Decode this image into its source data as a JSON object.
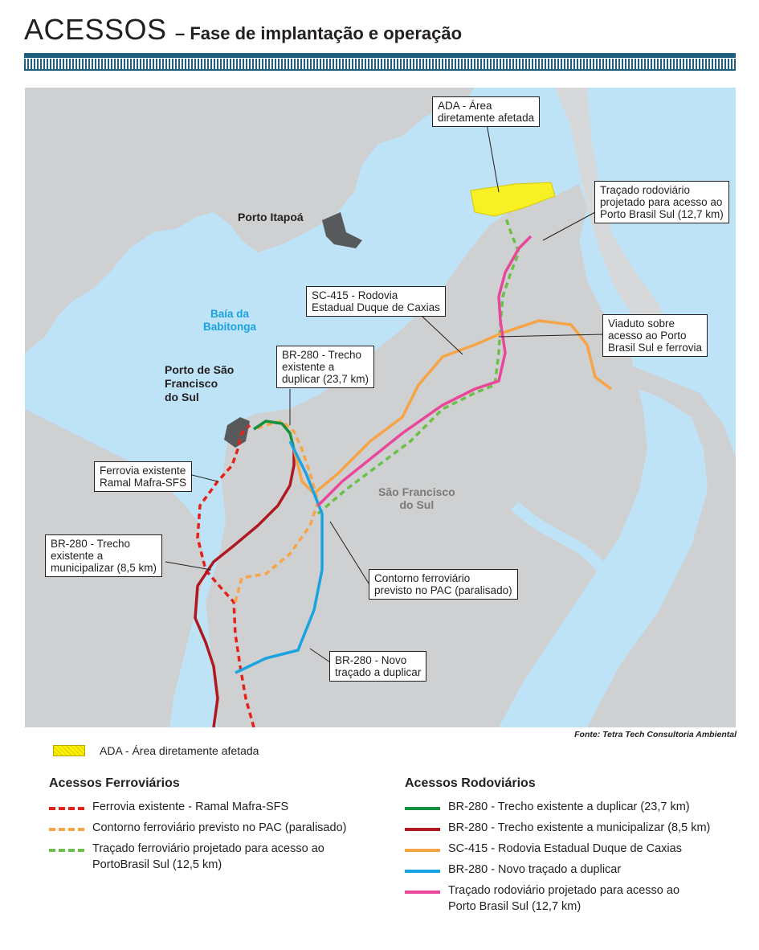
{
  "header": {
    "title": "ACESSOS",
    "subtitle": "– Fase de implantação e operação"
  },
  "colors": {
    "water": "#bfe3f6",
    "land": "#cfd0d2",
    "ferrovia_existente": "#e2231a",
    "contorno_ferroviario": "#f6a446",
    "tracado_ferroviario": "#6cc04a",
    "br280_duplicar": "#138f3e",
    "br280_municipalizar": "#b0181f",
    "sc415": "#f6a446",
    "br280_novo": "#1aa3e1",
    "tracado_rodoviario": "#e8479a",
    "ada": "#fff200",
    "header_rule": "#1d5f7d"
  },
  "map": {
    "places": {
      "porto_itapoa": "Porto Itapoá",
      "porto_sfs": "Porto de São\nFrancisco\ndo Sul"
    },
    "water_labels": {
      "baia": "Baía da\nBabitonga"
    },
    "city_labels": {
      "sfs": "São Francisco\ndo Sul"
    },
    "callouts": {
      "ada": "ADA - Área\ndiretamente afetada",
      "tracado_rodoviario": "Traçado rodoviário\nprojetado para acesso ao\nPorto Brasil Sul (12,7 km)",
      "sc415": "SC-415 - Rodovia\nEstadual Duque de Caxias",
      "viaduto": "Viaduto sobre\nacesso ao Porto\nBrasil Sul e ferrovia",
      "br280_duplicar": "BR-280 - Trecho\nexistente a\nduplicar (23,7 km)",
      "ferrovia_existente": "Ferrovia existente\nRamal Mafra-SFS",
      "br280_municipalizar": "BR-280 - Trecho\nexistente a\nmunicipalizar (8,5 km)",
      "contorno": "Contorno ferroviário\nprevisto no PAC (paralisado)",
      "br280_novo": "BR-280 - Novo\ntraçado a duplicar"
    },
    "source": "Fonte: Tetra Tech Consultoria Ambiental"
  },
  "legend": {
    "ada": "ADA - Área diretamente afetada",
    "ferroviarios": {
      "title": "Acessos Ferroviários",
      "items": [
        {
          "label": "Ferrovia existente - Ramal Mafra-SFS",
          "color": "#e2231a",
          "style": "dashed"
        },
        {
          "label": "Contorno ferroviário previsto no PAC (paralisado)",
          "color": "#f6a446",
          "style": "dashed"
        },
        {
          "label": "Traçado ferroviário projetado para acesso ao\nPortoBrasil Sul (12,5 km)",
          "color": "#6cc04a",
          "style": "dashed"
        }
      ]
    },
    "rodoviarios": {
      "title": "Acessos Rodoviários",
      "items": [
        {
          "label": "BR-280 - Trecho existente a duplicar (23,7 km)",
          "color": "#138f3e",
          "style": "solid"
        },
        {
          "label": "BR-280 - Trecho existente a municipalizar (8,5 km)",
          "color": "#b0181f",
          "style": "solid"
        },
        {
          "label": "SC-415 - Rodovia Estadual Duque de Caxias",
          "color": "#f6a446",
          "style": "solid"
        },
        {
          "label": "BR-280 - Novo traçado a duplicar",
          "color": "#1aa3e1",
          "style": "solid"
        },
        {
          "label": "Traçado rodoviário projetado para acesso ao\nPorto Brasil Sul (12,7 km)",
          "color": "#e8479a",
          "style": "solid"
        }
      ]
    }
  }
}
